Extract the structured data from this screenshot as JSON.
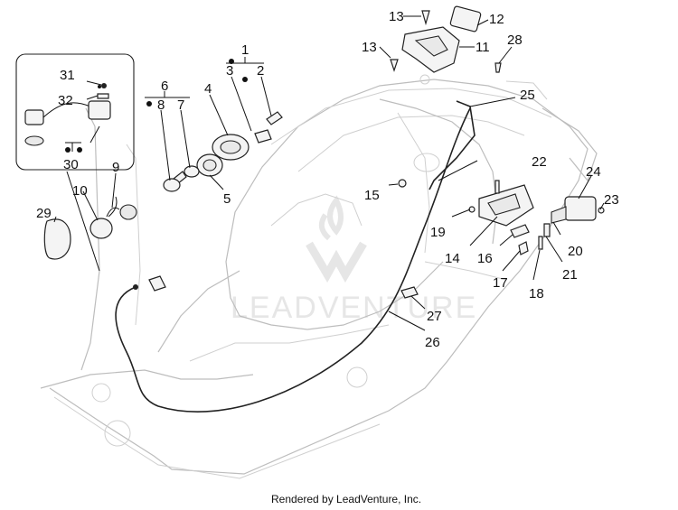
{
  "watermark": "LEADVENTURE",
  "footer": "Rendered by LeadVenture, Inc.",
  "callouts": {
    "c1": "1",
    "c2": "2",
    "c3": "3",
    "c4": "4",
    "c5": "5",
    "c6": "6",
    "c7": "7",
    "c8": "8",
    "c9": "9",
    "c10": "10",
    "c11": "11",
    "c12": "12",
    "c13a": "13",
    "c13b": "13",
    "c14": "14",
    "c15": "15",
    "c16": "16",
    "c17": "17",
    "c18": "18",
    "c19": "19",
    "c20": "20",
    "c21": "21",
    "c22": "22",
    "c23": "23",
    "c24": "24",
    "c25": "25",
    "c26": "26",
    "c27": "27",
    "c28": "28",
    "c29": "29",
    "c30": "30",
    "c31": "31",
    "c32": "32"
  }
}
